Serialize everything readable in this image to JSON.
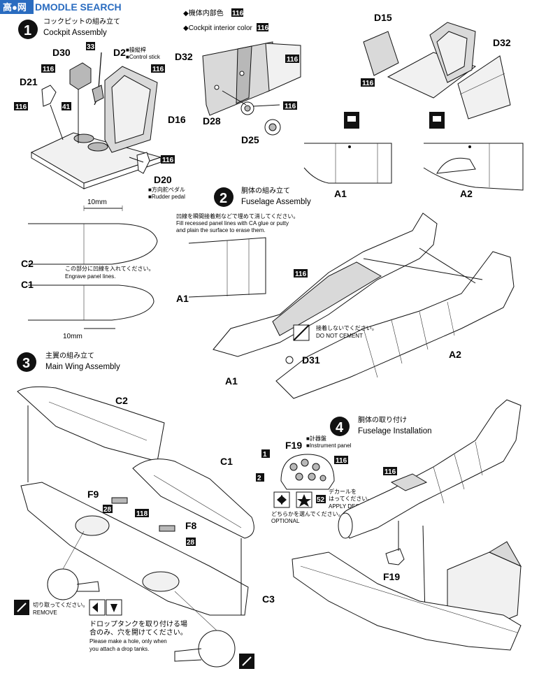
{
  "watermark": "DMODLE SEARCH",
  "header_notes": {
    "body_color_jp": "◆機体内部色",
    "body_color_en": "◆Cockpit interior color",
    "color_code": "116"
  },
  "steps": [
    {
      "number": "1",
      "title_jp": "コックピットの組み立て",
      "title_en": "Cockpit Assembly"
    },
    {
      "number": "2",
      "title_jp": "胴体の組み立て",
      "title_en": "Fuselage Assembly"
    },
    {
      "number": "3",
      "title_jp": "主翼の組み立て",
      "title_en": "Main Wing Assembly"
    },
    {
      "number": "4",
      "title_jp": "胴体の取り付け",
      "title_en": "Fuselage Installation"
    }
  ],
  "parts": {
    "d30": "D30",
    "d2": "D2",
    "d21": "D21",
    "d16": "D16",
    "d20": "D20",
    "d32": "D32",
    "d28": "D28",
    "d25": "D25",
    "d15": "D15",
    "d32b": "D32",
    "a1": "A1",
    "a2": "A2",
    "c1": "C1",
    "c2": "C2",
    "a1b": "A1",
    "a1c": "A1",
    "a2b": "A2",
    "d31": "D31",
    "c2b": "C2",
    "c1b": "C1",
    "c3": "C3",
    "f9": "F9",
    "f8": "F8",
    "f19": "F19",
    "f19b": "F19"
  },
  "colors": {
    "c116": "116",
    "c33": "33",
    "c41": "41",
    "c28": "28",
    "c118": "118",
    "c52": "52",
    "c1": "1",
    "c2": "2"
  },
  "annotations": {
    "d2_jp": "■操縦桿",
    "d2_en": "■Control stick",
    "d20_jp": "■方向舵ペダル",
    "d20_en": "■Rudder pedal",
    "dim1": "10mm",
    "dim2": "10mm",
    "engrave_jp": "この部分に凹線を入れてください。",
    "engrave_en": "Engrave panel lines.",
    "fill_jp": "凹線を瞬間接着剤などで埋めて消してください。",
    "fill_en1": "Fill recessed panel lines with CA glue or putty",
    "fill_en2": "and plain the surface to erase them.",
    "nocement_jp": "接着しないでください。",
    "nocement_en": "DO NOT CEMENT",
    "f19_jp": "■計器盤",
    "f19_en": "■Instrument panel",
    "decal_jp": "デカールを",
    "decal_jp2": "はってください。",
    "decal_en": "APPLY DECAL",
    "optional_jp": "どちらかを選んでください。",
    "optional_en": "OPTIONAL",
    "remove_jp": "切り取ってください。",
    "remove_en": "REMOVE",
    "droptank_jp1": "ドロップタンクを取り付ける場",
    "droptank_jp2": "合のみ、穴を開けてください。",
    "droptank_en1": "Please make a hole, only when",
    "droptank_en2": "you attach a drop tanks."
  }
}
